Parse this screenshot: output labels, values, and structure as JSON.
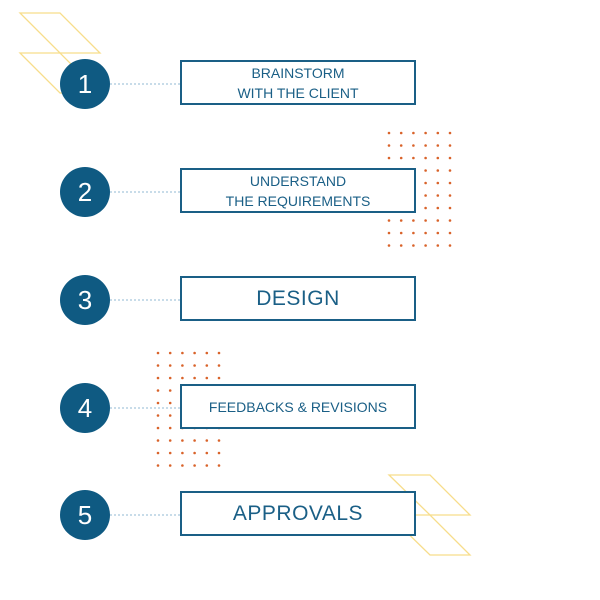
{
  "colors": {
    "primary": "#0f5a82",
    "dots": "#d9632a",
    "outline": "#f7dd8b",
    "connector": "#a6c6dc"
  },
  "steps": [
    {
      "number": "1",
      "lines": [
        "BRAINSTORM",
        "WITH THE CLIENT"
      ],
      "size": "small"
    },
    {
      "number": "2",
      "lines": [
        "UNDERSTAND",
        "THE REQUIREMENTS"
      ],
      "size": "small"
    },
    {
      "number": "3",
      "lines": [
        "DESIGN"
      ],
      "size": "large"
    },
    {
      "number": "4",
      "lines": [
        "FEEDBACKS & REVISIONS"
      ],
      "size": "small"
    },
    {
      "number": "5",
      "lines": [
        "APPROVALS"
      ],
      "size": "large"
    }
  ]
}
